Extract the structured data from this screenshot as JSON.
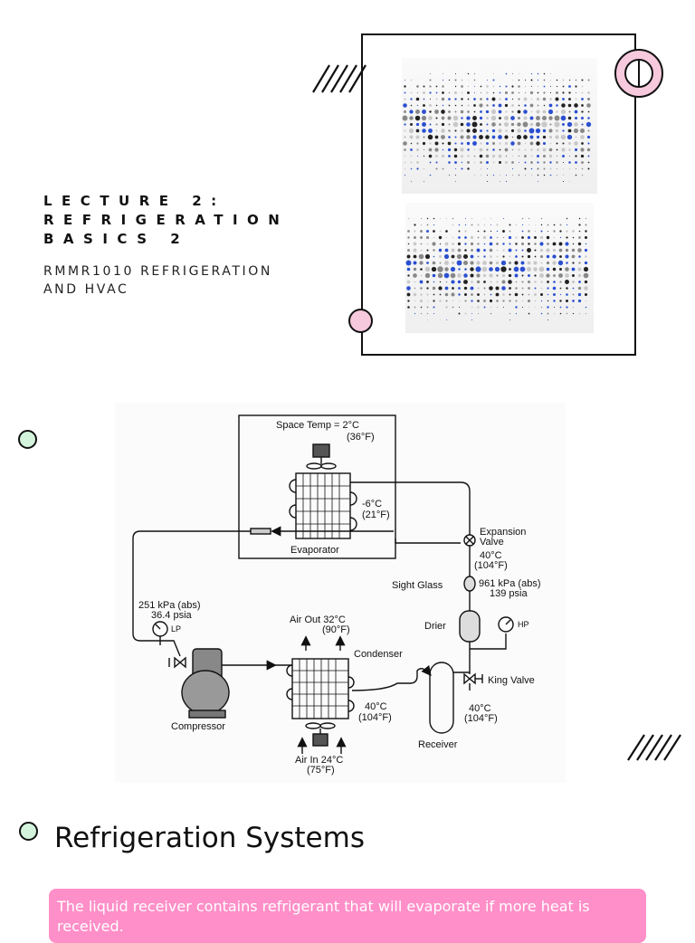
{
  "header": {
    "title_lines": [
      "LECTURE 2:",
      "REFRIGERATION",
      "BASICS 2"
    ],
    "subtitle_lines": [
      "RMMR1010 REFRIGERATION",
      "AND HVAC"
    ]
  },
  "diagram": {
    "space_temp": "Space Temp = 2°C",
    "space_temp_f": "(36°F)",
    "evap_temp": "-6°C",
    "evap_temp_f": "(21°F)",
    "evaporator": "Evaporator",
    "expansion_valve_1": "Expansion",
    "expansion_valve_2": "Valve",
    "liquid_temp": "40°C",
    "liquid_temp_f": "(104°F)",
    "sight_glass": "Sight Glass",
    "high_pressure": "961 kPa (abs)",
    "high_pressure_psia": "139 psia",
    "drier": "Drier",
    "hp": "HP",
    "low_pressure": "251 kPa (abs)",
    "low_pressure_psia": "36.4 psia",
    "lp": "LP",
    "air_out": "Air Out 32°C",
    "air_out_f": "(90°F)",
    "condenser": "Condenser",
    "king_valve": "King Valve",
    "compressor": "Compressor",
    "cond_out_temp": "40°C",
    "cond_out_temp_f": "(104°F)",
    "recv_temp": "40°C",
    "recv_temp_f": "(104°F)",
    "receiver": "Receiver",
    "air_in": "Air In 24°C",
    "air_in_f": "(75°F)"
  },
  "section": {
    "heading": "Refrigeration Systems",
    "callout": "The liquid receiver contains refrigerant that will evaporate if more heat is received."
  },
  "colors": {
    "accent_pink": "#ff8fc8",
    "circle_pink": "#f7c9dc",
    "circle_green": "#d3f3dd",
    "dot_blue": "#2a4fd0"
  }
}
